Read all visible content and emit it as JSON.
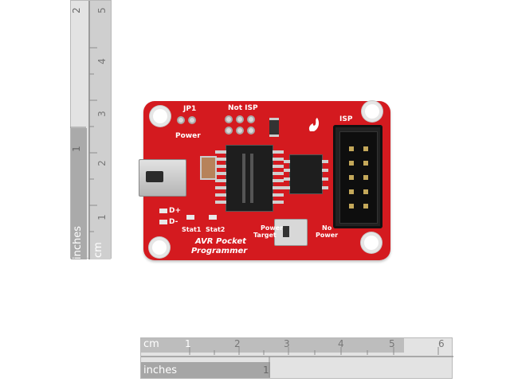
{
  "ruler_left": {
    "unit_inches": "inches",
    "unit_cm": "cm",
    "inch_ticks": [
      "1",
      "2"
    ],
    "cm_ticks": [
      "1",
      "2",
      "3",
      "4",
      "5"
    ]
  },
  "ruler_bottom": {
    "unit_cm": "cm",
    "cm_ticks": [
      "1",
      "2",
      "3",
      "4",
      "5",
      "6"
    ],
    "unit_inches": "inches",
    "inch_ticks": [
      "1"
    ]
  },
  "board": {
    "title_line1": "AVR Pocket",
    "title_line2": "Programmer",
    "jp1": "JP1",
    "not_isp": "Not ISP",
    "power": "Power",
    "isp": "ISP",
    "d_plus": "D+",
    "d_minus": "D-",
    "stat1": "Stat1",
    "stat2": "Stat2",
    "power_target_1": "Power",
    "power_target_2": "Target",
    "no_power_1": "No",
    "no_power_2": "Power"
  },
  "colors": {
    "board": "#d41a1f",
    "ruler": "#e3e3e3"
  }
}
